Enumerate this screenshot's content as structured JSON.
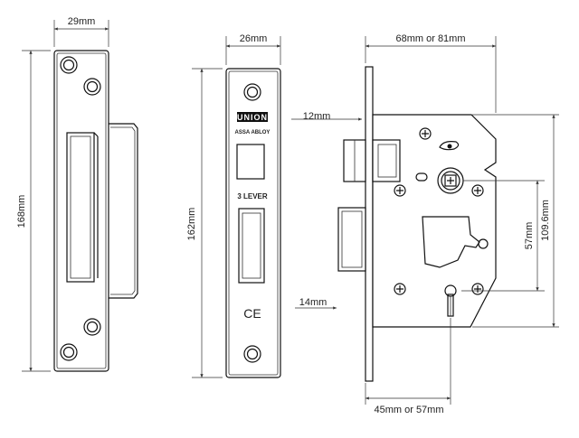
{
  "strike_plate": {
    "height_label": "168mm",
    "width_label": "29mm"
  },
  "forend": {
    "height_label": "162mm",
    "width_label": "26mm",
    "brand_text": "UNION",
    "subbrand_text": "ASSA ABLOY",
    "model_text": "3 LEVER",
    "cert_text": "CE"
  },
  "lock_case": {
    "overall_depth_label": "68mm or 81mm",
    "latch_throw_label": "12mm",
    "bolt_throw_label": "14mm",
    "centres_label": "57mm",
    "height_label": "109.6mm",
    "backset_label": "45mm or 57mm"
  }
}
